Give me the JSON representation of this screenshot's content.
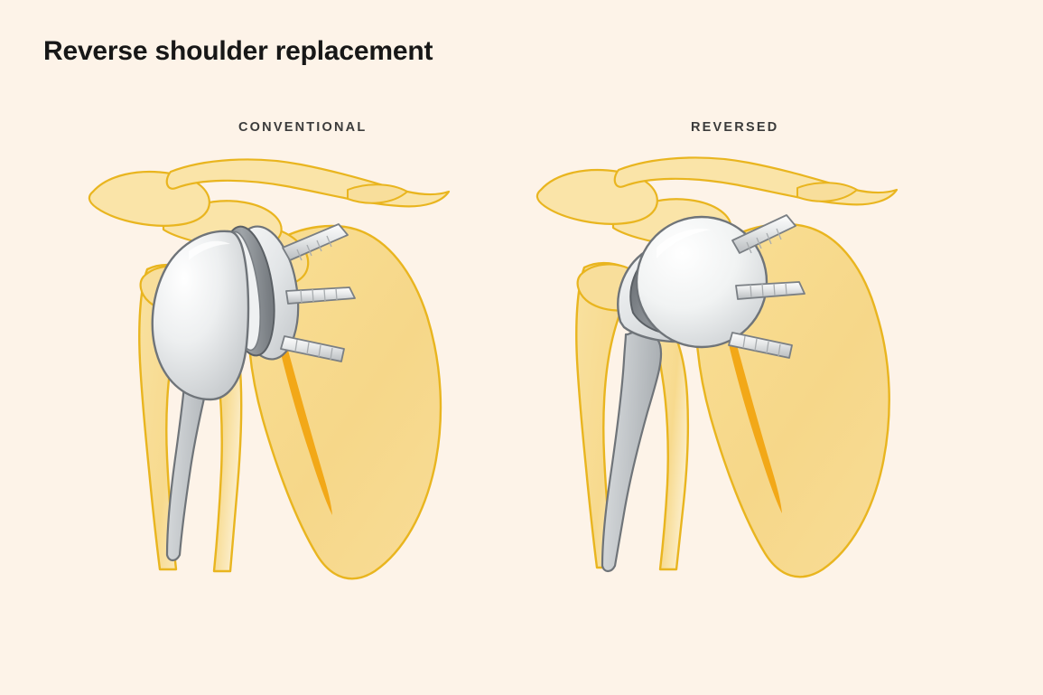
{
  "page": {
    "title": "Reverse shoulder replacement",
    "background_color": "#FDF3E8",
    "title_color": "#171717",
    "watermark_text": ""
  },
  "panels": [
    {
      "id": "conventional",
      "label": "CONVENTIONAL",
      "description": "Anatomic total shoulder replacement: metal ball fixed on the humerus, concave plastic socket fixed to the glenoid of the scapula with three screws."
    },
    {
      "id": "reversed",
      "label": "REVERSED",
      "description": "Reverse total shoulder replacement: metal glenosphere ball fixed to the glenoid of the scapula with three screws, concave socket fixed on the humerus."
    }
  ],
  "anatomy": {
    "bones": [
      {
        "name": "clavicle",
        "fill": "#FAE4A8",
        "stroke": "#E9B51F"
      },
      {
        "name": "acromion",
        "fill": "#F8DE9B",
        "stroke": "#E9B51F"
      },
      {
        "name": "coracoid-process",
        "fill": "#F8DE9B",
        "stroke": "#E9B51F"
      },
      {
        "name": "scapula-body",
        "fill": "#F7D98C",
        "stroke": "#E9B51F"
      },
      {
        "name": "scapula-spine-accent",
        "fill": "#F2A818",
        "stroke": "#F2A818"
      },
      {
        "name": "humerus",
        "fill": "#F8DE9B",
        "stroke": "#E9B51F"
      }
    ],
    "implant": [
      {
        "name": "humeral-stem",
        "fill": "#C9CDD0",
        "stroke": "#6F7479"
      },
      {
        "name": "humeral-head-ball",
        "fill": "#EDEFF0",
        "stroke": "#6F7479"
      },
      {
        "name": "glenoid-socket-liner",
        "fill": "#8C9196",
        "stroke": "#5A5F64"
      },
      {
        "name": "glenoid-baseplate",
        "fill": "#E4E7E9",
        "stroke": "#6F7479"
      },
      {
        "name": "glenosphere-ball",
        "fill": "#F4F5F6",
        "stroke": "#6F7479"
      },
      {
        "name": "fixation-screw",
        "fill": "#E9EBEC",
        "stroke": "#7A7F84"
      }
    ],
    "screw_count": 3
  },
  "colors": {
    "background": "#FDF3E8",
    "bone_fill": "#F7D98C",
    "bone_fill_light": "#FAE4A8",
    "bone_outline": "#E9B51F",
    "bone_accent": "#F2A818",
    "metal_light": "#EDEFF0",
    "metal_mid": "#C9CDD0",
    "metal_dark": "#8C9196",
    "metal_outline": "#6F7479",
    "text_dark": "#171717",
    "label_text": "#3B3B3B"
  }
}
